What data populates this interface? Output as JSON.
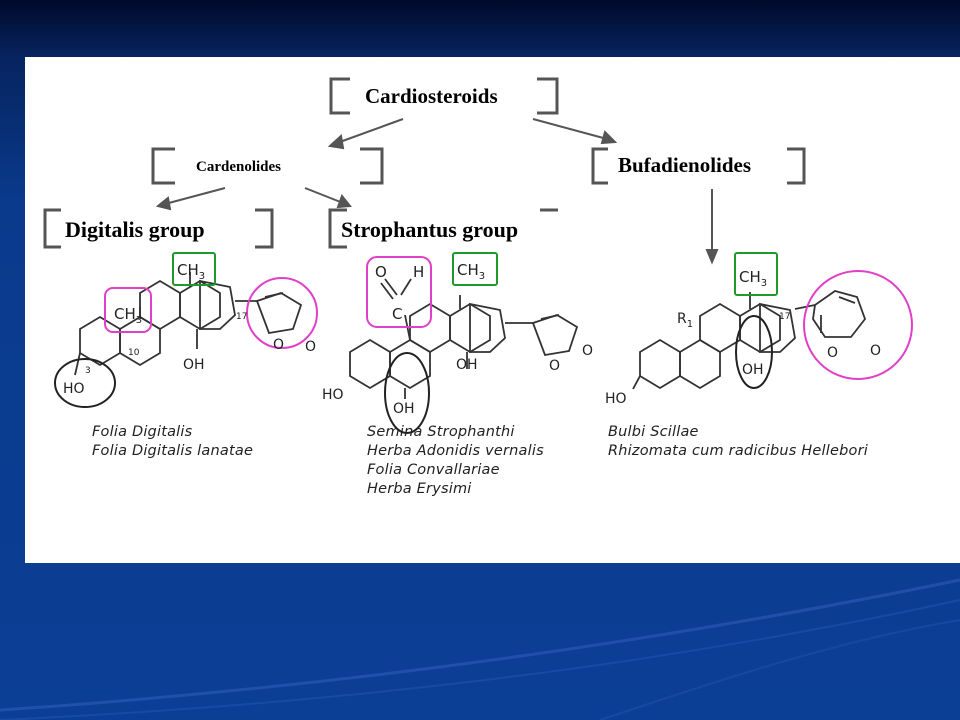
{
  "diagram": {
    "root": "Cardiosteroids",
    "cardenolides": "Cardenolides",
    "bufadienolides": "Bufadienolides",
    "digitalis_group": "Digitalis group",
    "strophantus_group": "Strophantus group"
  },
  "sources": {
    "digitalis": [
      "Folia Digitalis",
      "Folia Digitalis lanatae"
    ],
    "strophantus": [
      "Semina Strophanthi",
      "Herba Adonidis vernalis",
      "Folia Convallariae",
      "Herba Erysimi"
    ],
    "bufadienolides": [
      "Bulbi Scillae",
      "Rhizomata cum radicibus Hellebori"
    ]
  },
  "structure_labels": {
    "ch3": "CH",
    "sub3": "3",
    "oh": "OH",
    "ho": "HO",
    "o": "O",
    "h": "H",
    "c": "C",
    "r1": "R",
    "r1_sub": "1",
    "pos17": "17",
    "pos10": "10",
    "pos3": "3"
  },
  "colors": {
    "highlight_pink": "#e040c8",
    "highlight_green": "#1f9a2a",
    "box_border": "#555555"
  }
}
